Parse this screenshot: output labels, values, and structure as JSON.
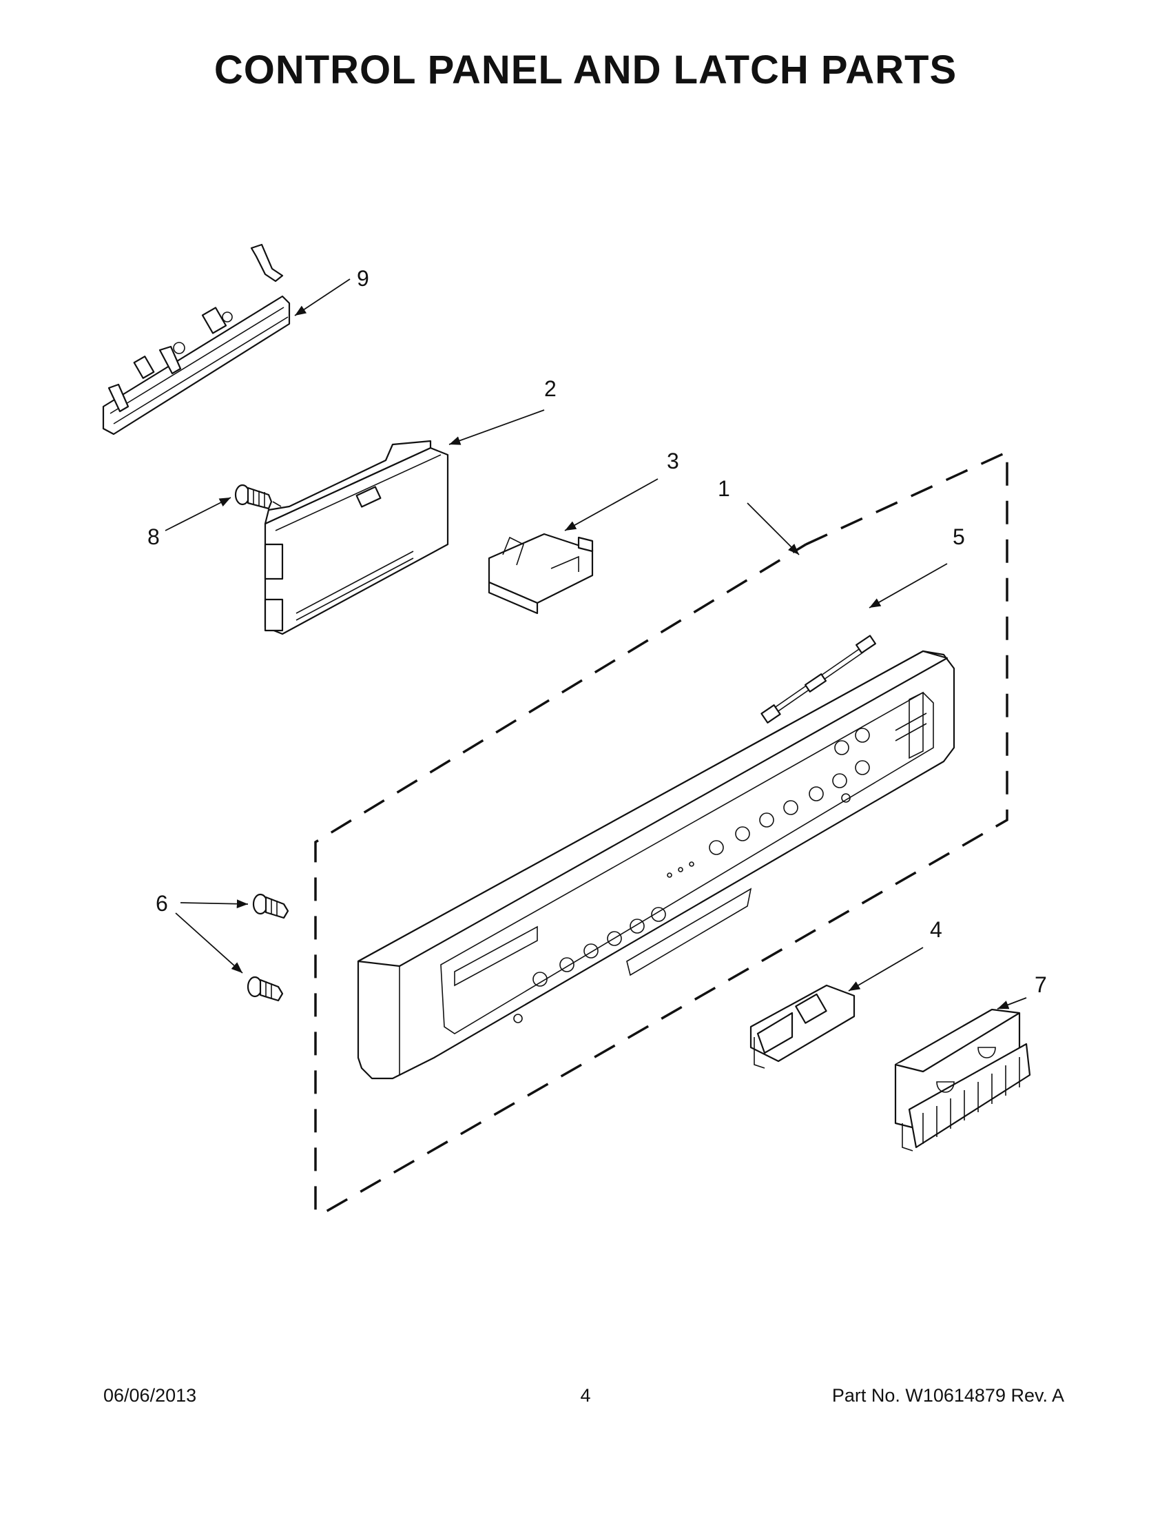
{
  "page": {
    "title": "CONTROL PANEL AND LATCH PARTS",
    "date": "06/06/2013",
    "page_number": "4",
    "part_label": "Part No.  W10614879  Rev.  A"
  },
  "callouts": [
    {
      "id": "1",
      "label": "1"
    },
    {
      "id": "2",
      "label": "2"
    },
    {
      "id": "3",
      "label": "3"
    },
    {
      "id": "4",
      "label": "4"
    },
    {
      "id": "5",
      "label": "5"
    },
    {
      "id": "6",
      "label": "6"
    },
    {
      "id": "7",
      "label": "7"
    },
    {
      "id": "8",
      "label": "8"
    },
    {
      "id": "9",
      "label": "9"
    }
  ]
}
